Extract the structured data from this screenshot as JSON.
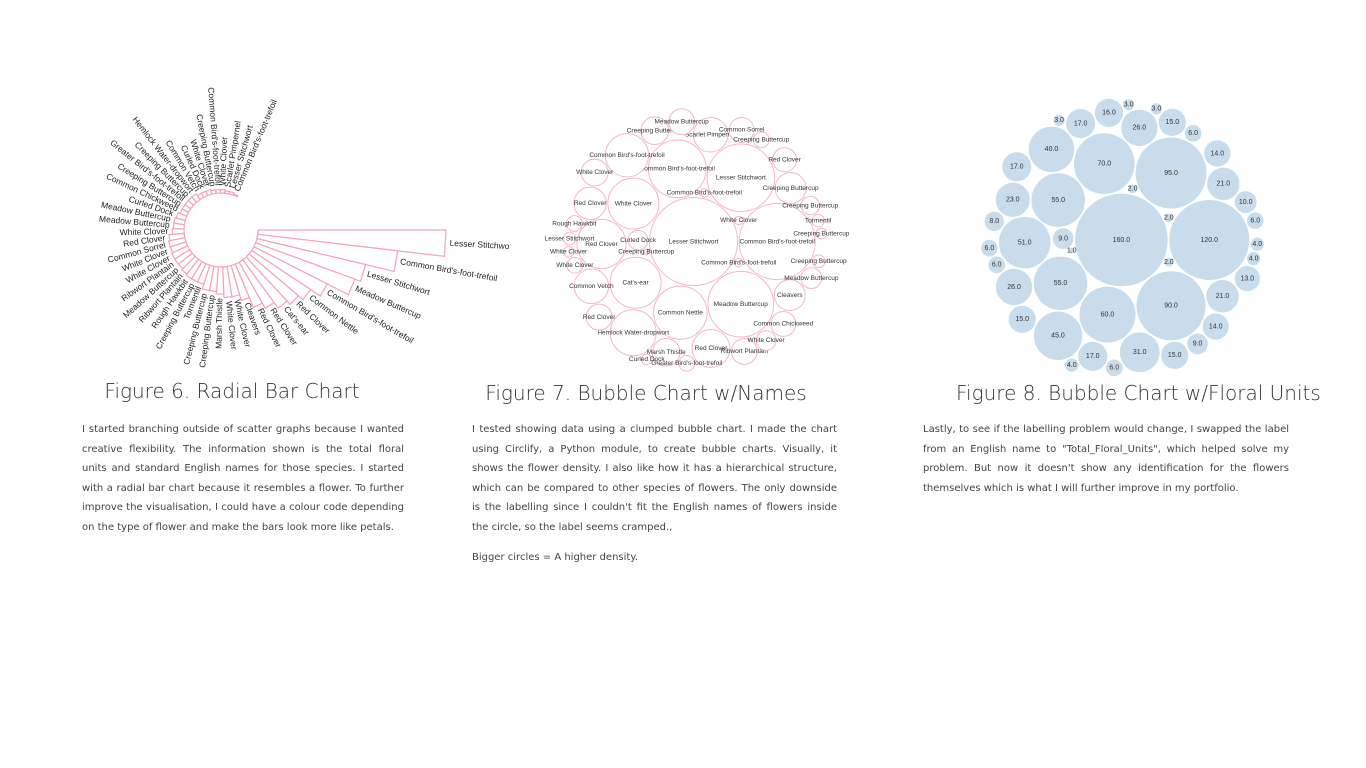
{
  "figures": [
    {
      "caption": "Figure 6. Radial Bar Chart",
      "text": "I started branching outside of scatter graphs because I wanted creative flexibility. The information shown is the total floral units and standard English names for those species. I started with a radial bar chart because it resembles a flower.  To  further improve the visualisation, I could have a colour code depending on the type of flower and make the bars look more like petals."
    },
    {
      "caption": "Figure 7. Bubble Chart w/Names",
      "text": "I tested showing data using a clumped bubble chart. I made the chart using Circlify, a Python module, to create bubble charts. Visually, it shows the flower density. I also like how it has a hierarchical structure, which can be compared to other species of flowers.  The only downside is the labelling since I couldn't fit the English names of flowers inside the circle, so the label seems cramped.,",
      "note": "Bigger circles =  A higher density."
    },
    {
      "caption": "Figure 8. Bubble Chart w/Floral Units",
      "text": "Lastly, to see if the labelling problem would change, I swapped the label from an English name to \"Total_Floral_Units\", which helped solve my problem. But now it doesn't show any identification for the flowers themselves which is what I will further improve in my portfolio."
    }
  ],
  "colors": {
    "radial_bar": "#f4a3b5",
    "bubble_outline": "#f2b8c6",
    "bubble_fill": "#c8dceb",
    "bubble_label": "#333333"
  },
  "chart_data": [
    {
      "type": "radial-bar",
      "bars": [
        {
          "label": "Lesser Stitchwort",
          "value": 160
        },
        {
          "label": "Common Bird's-foot-trefoil",
          "value": 120
        },
        {
          "label": "Lesser Stitchwort",
          "value": 95
        },
        {
          "label": "Meadow Buttercup",
          "value": 90
        },
        {
          "label": "Common Bird's-foot-trefoil",
          "value": 70
        },
        {
          "label": "Common Nettle",
          "value": 60
        },
        {
          "label": "Red Clover",
          "value": 55
        },
        {
          "label": "Cat's-ear",
          "value": 51
        },
        {
          "label": "Red Clover",
          "value": 45
        },
        {
          "label": "Red Clover",
          "value": 40
        },
        {
          "label": "Cleavers",
          "value": 31
        },
        {
          "label": "White Clover",
          "value": 26
        },
        {
          "label": "White Clover",
          "value": 26
        },
        {
          "label": "Marsh Thistle",
          "value": 23
        },
        {
          "label": "Creeping Buttercup",
          "value": 21
        },
        {
          "label": "Creeping Buttercup",
          "value": 21
        },
        {
          "label": "Tormentil",
          "value": 17
        },
        {
          "label": "Creeping Buttercup",
          "value": 17
        },
        {
          "label": "Rough Hawkbit",
          "value": 17
        },
        {
          "label": "Ribwort Plantain",
          "value": 16
        },
        {
          "label": "Meadow Buttercup",
          "value": 15
        },
        {
          "label": "Ribwort Plantain",
          "value": 15
        },
        {
          "label": "White Clover",
          "value": 15
        },
        {
          "label": "White Clover",
          "value": 14
        },
        {
          "label": "Common Sorrel",
          "value": 14
        },
        {
          "label": "Red Clover",
          "value": 13
        },
        {
          "label": "White Clover",
          "value": 10
        },
        {
          "label": "Meadow Buttercup",
          "value": 9
        },
        {
          "label": "Meadow Buttercup",
          "value": 9
        },
        {
          "label": "Curled Dock",
          "value": 8
        },
        {
          "label": "Common Chickweed",
          "value": 6
        },
        {
          "label": "Creeping Buttercup",
          "value": 6
        },
        {
          "label": "Greater Bird's-foot-trefoil",
          "value": 6
        },
        {
          "label": "Creeping Buttercup",
          "value": 6
        },
        {
          "label": "Hemlock Water-dropwort",
          "value": 6
        },
        {
          "label": "Common Vetch",
          "value": 4
        },
        {
          "label": "Curled Dock",
          "value": 4
        },
        {
          "label": "White Clover",
          "value": 4
        },
        {
          "label": "Creeping Buttercup",
          "value": 3
        },
        {
          "label": "Common Bird's-foot-trefoil",
          "value": 3
        },
        {
          "label": "White Clover",
          "value": 3
        },
        {
          "label": "Scarlet Pimpernel",
          "value": 2
        },
        {
          "label": "Lesser Stitchwort",
          "value": 2
        },
        {
          "label": "Common Bird's-foot-trefoil",
          "value": 1
        }
      ]
    },
    {
      "type": "bubble",
      "bubbles": [
        {
          "label": "Lesser Stitchwort",
          "value": 160
        },
        {
          "label": "Common Bird's-foot-trefoil",
          "value": 120
        },
        {
          "label": "Lesser Stitchwort",
          "value": 95
        },
        {
          "label": "Meadow Buttercup",
          "value": 90
        },
        {
          "label": "Common Bird's-foot-trefoil",
          "value": 70
        },
        {
          "label": "Common Nettle",
          "value": 60
        },
        {
          "label": "White Clover",
          "value": 55
        },
        {
          "label": "Cat's-ear",
          "value": 55
        },
        {
          "label": "Red Clover",
          "value": 51
        },
        {
          "label": "Hemlock Water-dropwort",
          "value": 45
        },
        {
          "label": "Common Bird's-foot-trefoil",
          "value": 40
        },
        {
          "label": "Red Clover",
          "value": 31
        },
        {
          "label": "Scarlet Pimpernel",
          "value": 26
        },
        {
          "label": "Common Vetch",
          "value": 26
        },
        {
          "label": "Red Clover",
          "value": 23
        },
        {
          "label": "Cleavers",
          "value": 21
        },
        {
          "label": "Creeping Buttercup",
          "value": 21
        },
        {
          "label": "Marsh Thistle",
          "value": 17
        },
        {
          "label": "Creeping Buttercup",
          "value": 17
        },
        {
          "label": "White Clover",
          "value": 16
        },
        {
          "label": "Meadow Buttercup",
          "value": 15
        },
        {
          "label": "Red Clover",
          "value": 15
        },
        {
          "label": "Ribwort Plantain",
          "value": 15
        },
        {
          "label": "Common Sorrel",
          "value": 14
        },
        {
          "label": "Common Chickweed",
          "value": 14
        },
        {
          "label": "Red Clover",
          "value": 13
        },
        {
          "label": "Meadow Buttercup",
          "value": 10
        },
        {
          "label": "Curled Dock",
          "value": 9
        },
        {
          "label": "White Clover",
          "value": 9
        },
        {
          "label": "Creeping Buttercup",
          "value": 8
        },
        {
          "label": "Rough Hawkbit",
          "value": 6
        },
        {
          "label": "White Clover",
          "value": 6
        },
        {
          "label": "Greater Bird's-foot-trefoil",
          "value": 6
        },
        {
          "label": "Creeping Buttercup",
          "value": 6
        },
        {
          "label": "Lesser Stitchwort",
          "value": 4
        },
        {
          "label": "Tormentil",
          "value": 4
        },
        {
          "label": "Creeping Buttercup",
          "value": 4
        },
        {
          "label": "White Clover",
          "value": 3
        },
        {
          "label": "Curled Dock",
          "value": 3
        },
        {
          "label": "Creeping Buttercup",
          "value": 3
        },
        {
          "label": "White Clover",
          "value": 2
        },
        {
          "label": "Common Bird's-foot-trefoil",
          "value": 2
        },
        {
          "label": "Common Bird's-foot-trefoil",
          "value": 2
        },
        {
          "label": "Creeping Buttercup",
          "value": 1
        }
      ]
    },
    {
      "type": "bubble",
      "bubbles": [
        {
          "label": "160.0",
          "value": 160
        },
        {
          "label": "120.0",
          "value": 120
        },
        {
          "label": "95.0",
          "value": 95
        },
        {
          "label": "90.0",
          "value": 90
        },
        {
          "label": "70.0",
          "value": 70
        },
        {
          "label": "60.0",
          "value": 60
        },
        {
          "label": "55.0",
          "value": 55
        },
        {
          "label": "55.0",
          "value": 55
        },
        {
          "label": "51.0",
          "value": 51
        },
        {
          "label": "45.0",
          "value": 45
        },
        {
          "label": "40.0",
          "value": 40
        },
        {
          "label": "31.0",
          "value": 31
        },
        {
          "label": "26.0",
          "value": 26
        },
        {
          "label": "26.0",
          "value": 26
        },
        {
          "label": "23.0",
          "value": 23
        },
        {
          "label": "21.0",
          "value": 21
        },
        {
          "label": "21.0",
          "value": 21
        },
        {
          "label": "17.0",
          "value": 17
        },
        {
          "label": "17.0",
          "value": 17
        },
        {
          "label": "17.0",
          "value": 17
        },
        {
          "label": "16.0",
          "value": 16
        },
        {
          "label": "15.0",
          "value": 15
        },
        {
          "label": "15.0",
          "value": 15
        },
        {
          "label": "15.0",
          "value": 15
        },
        {
          "label": "14.0",
          "value": 14
        },
        {
          "label": "14.0",
          "value": 14
        },
        {
          "label": "13.0",
          "value": 13
        },
        {
          "label": "10.0",
          "value": 10
        },
        {
          "label": "9.0",
          "value": 9
        },
        {
          "label": "9.0",
          "value": 9
        },
        {
          "label": "8.0",
          "value": 8
        },
        {
          "label": "6.0",
          "value": 6
        },
        {
          "label": "6.0",
          "value": 6
        },
        {
          "label": "6.0",
          "value": 6
        },
        {
          "label": "6.0",
          "value": 6
        },
        {
          "label": "6.0",
          "value": 6
        },
        {
          "label": "4.0",
          "value": 4
        },
        {
          "label": "4.0",
          "value": 4
        },
        {
          "label": "4.0",
          "value": 4
        },
        {
          "label": "3.0",
          "value": 3
        },
        {
          "label": "3.0",
          "value": 3
        },
        {
          "label": "3.0",
          "value": 3
        },
        {
          "label": "2.0",
          "value": 2
        },
        {
          "label": "2.0",
          "value": 2
        },
        {
          "label": "2.0",
          "value": 2
        },
        {
          "label": "1.0",
          "value": 1
        }
      ]
    }
  ]
}
